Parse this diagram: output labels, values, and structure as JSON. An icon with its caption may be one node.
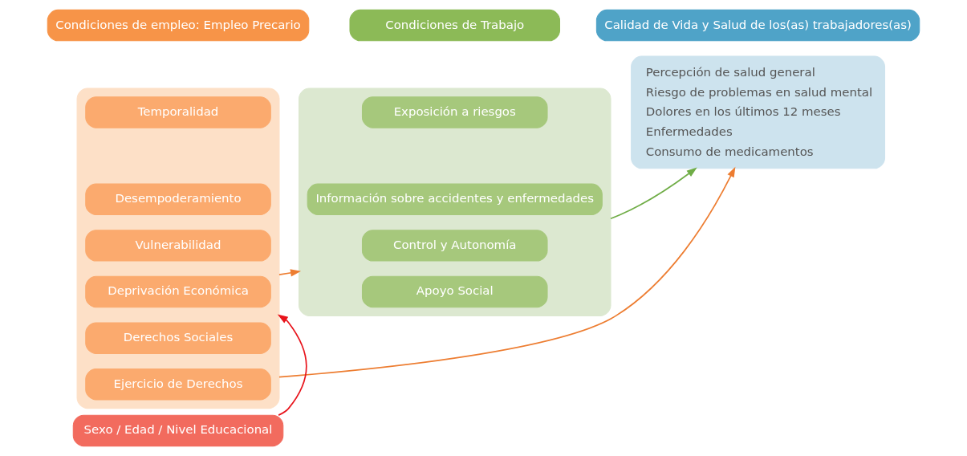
{
  "diagram": {
    "nodes": [
      {
        "text": [
          "Condiciones de empleo: Empleo Precario"
        ]
      },
      {
        "text": [],
        "shape": "box"
      },
      {
        "text": [
          "Temporalidad"
        ],
        "in": 1
      },
      {
        "text": [
          "Desempoderamiento"
        ],
        "in": 1
      },
      {
        "text": [
          "Vulnerabilidad"
        ],
        "in": 1
      },
      {
        "text": [
          "Deprivación Económica"
        ],
        "in": 1
      },
      {
        "text": [
          "Derechos Sociales"
        ],
        "in": 1
      },
      {
        "text": [
          "Ejercicio de Derechos"
        ],
        "in": 1
      },
      {
        "text": [
          "Condiciones de Trabajo"
        ]
      },
      {
        "text": [],
        "shape": "box"
      },
      {
        "text": [
          "Exposición a riesgos"
        ],
        "in": 9
      },
      {
        "text": [
          "Información sobre accidentes y enfermedades"
        ],
        "in": 9
      },
      {
        "text": [
          "Control y Autonomía"
        ],
        "in": 9
      },
      {
        "text": [
          "Apoyo Social"
        ],
        "in": 9
      },
      {
        "text": [
          "Calidad de Vida y Salud de los(as) trabajadores(as)"
        ]
      },
      {
        "text": [
          "Percepción de salud general",
          "Riesgo de problemas en salud mental",
          "Dolores en los últimos 12 meses",
          "Enfermedades",
          "Consumo de medicamentos"
        ]
      },
      {
        "text": [
          "Sexo / Edad / Nivel Educacional"
        ]
      }
    ],
    "edges": [
      {
        "from": 1,
        "to": 9,
        "arrow": "to"
      },
      {
        "from": 9,
        "to": 15,
        "arrow": "to",
        "color": "#70ad47"
      },
      {
        "from": 1,
        "to": 15,
        "arrow": "to"
      },
      {
        "from": 16,
        "to": 1,
        "arrow": "to",
        "color": "#e8141c"
      }
    ]
  }
}
